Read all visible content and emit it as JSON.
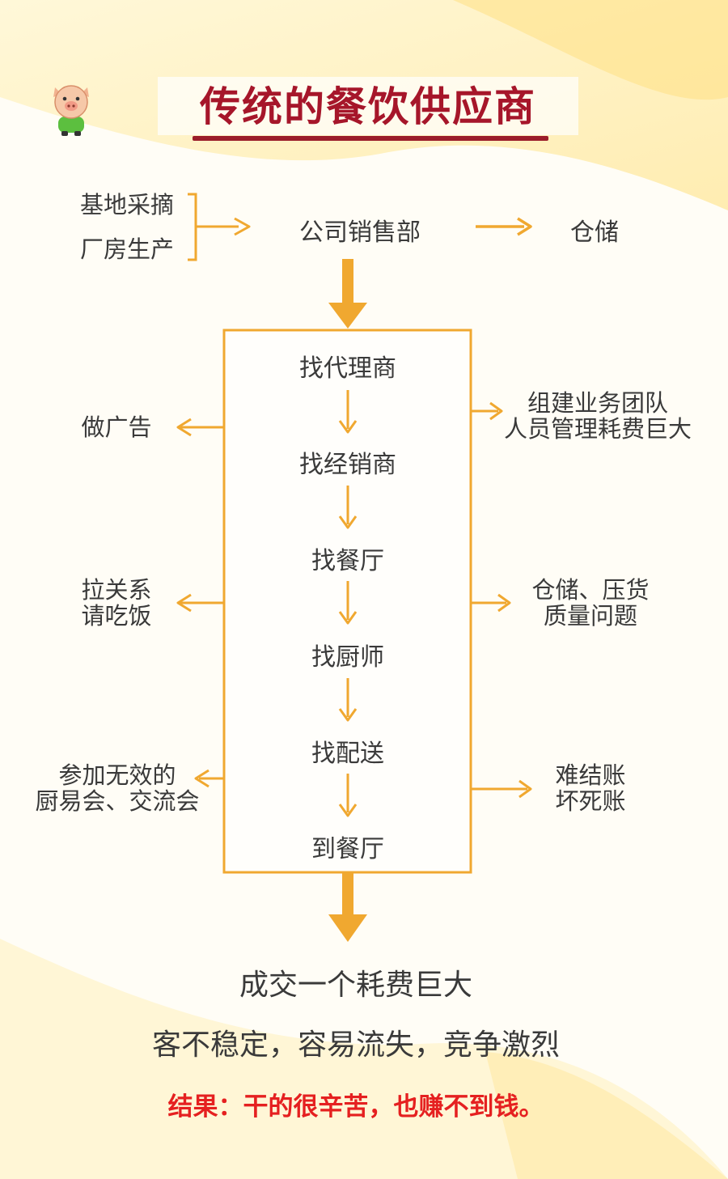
{
  "header": {
    "title": "传统的餐饮供应商"
  },
  "sources": {
    "item1": "基地采摘",
    "item2": "厂房生产"
  },
  "top_flow": {
    "sales": "公司销售部",
    "storage": "仓储"
  },
  "chain": {
    "steps": [
      "找代理商",
      "找经销商",
      "找餐厅",
      "找厨师",
      "找配送",
      "到餐厅"
    ]
  },
  "left_notes": {
    "ad": "做广告",
    "relation_1": "拉关系",
    "relation_2": "请吃饭",
    "expo_1": "参加无效的",
    "expo_2": "厨易会、交流会"
  },
  "right_notes": {
    "team_1": "组建业务团队",
    "team_2": "人员管理耗费巨大",
    "stock_1": "仓储、压货",
    "stock_2": "质量问题",
    "bill_1": "难结账",
    "bill_2": "坏死账"
  },
  "summary": {
    "line1": "成交一个耗费巨大",
    "line2": "客不稳定，容易流失，竞争激烈",
    "result": "结果：干的很辛苦，也赚不到钱。"
  },
  "colors": {
    "accent": "#f0a830",
    "title": "#a6162a",
    "result": "#e52020",
    "pig_face": "#f6c8a8",
    "pig_shirt": "#5cbf3f"
  },
  "icons": {
    "mascot": "pig-mascot-icon"
  }
}
